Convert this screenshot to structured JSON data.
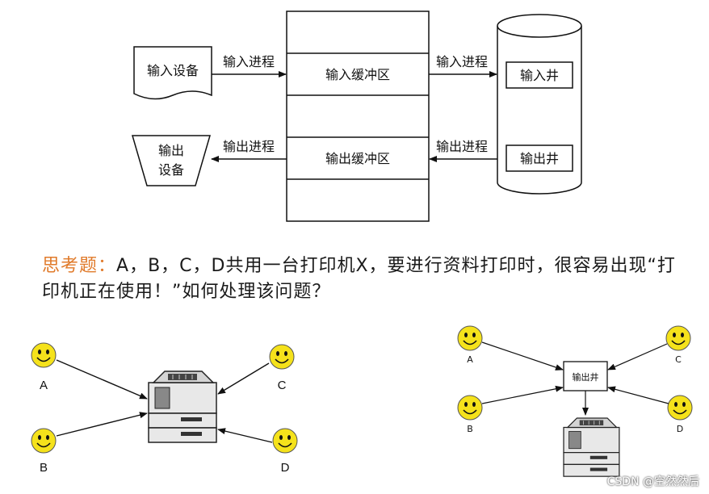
{
  "spooling": {
    "input_device": "输入设备",
    "output_device_line1": "输出",
    "output_device_line2": "设备",
    "input_process_left": "输入进程",
    "output_process_left": "输出进程",
    "input_buffer": "输入缓冲区",
    "output_buffer": "输出缓冲区",
    "input_process_right": "输入进程",
    "output_process_right": "输出进程",
    "input_well": "输入井",
    "output_well": "输出井"
  },
  "question": {
    "lead": "思考题：",
    "body": "A，B，C，D共用一台打印机X，要进行资料打印时，很容易出现“打印机正在使用！”如何处理该问题？"
  },
  "left_example": {
    "users": [
      "A",
      "B",
      "C",
      "D"
    ]
  },
  "right_example": {
    "users": [
      "A",
      "B",
      "C",
      "D"
    ],
    "output_well": "输出井"
  },
  "watermark": "CSDN @空然然后",
  "colors": {
    "smiley": "#f5e21b",
    "question_lead": "#e07a2a"
  }
}
